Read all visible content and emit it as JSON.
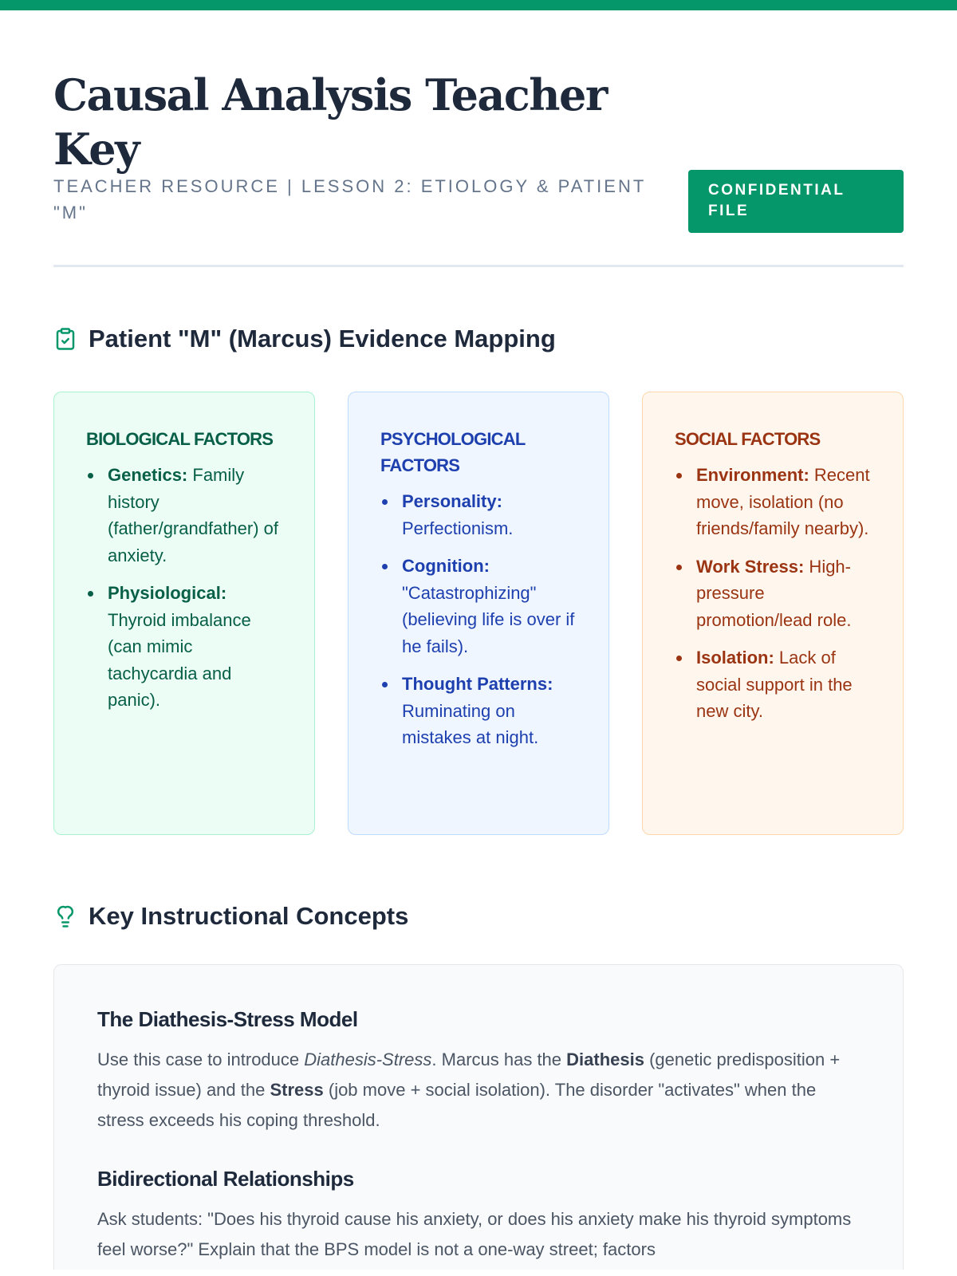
{
  "header": {
    "title": "Causal Analysis Teacher Key",
    "subtitle": "Teacher Resource | Lesson 2: Etiology & Patient \"M\"",
    "badge": "CONFIDENTIAL FILE"
  },
  "evidence": {
    "heading": "Patient \"M\" (Marcus) Evidence Mapping",
    "cards": [
      {
        "title": "Biological Factors",
        "items": [
          {
            "label": "Genetics:",
            "text": " Family history (father/grandfather) of anxiety."
          },
          {
            "label": "Physiological:",
            "text": " Thyroid imbalance (can mimic tachycardia and panic)."
          }
        ]
      },
      {
        "title": "Psychological Factors",
        "items": [
          {
            "label": "Personality:",
            "text": " Perfectionism."
          },
          {
            "label": "Cognition:",
            "text": " \"Catastrophizing\" (believing life is over if he fails)."
          },
          {
            "label": "Thought Patterns:",
            "text": " Ruminating on mistakes at night."
          }
        ]
      },
      {
        "title": "Social Factors",
        "items": [
          {
            "label": "Environment:",
            "text": " Recent move, isolation (no friends/family nearby)."
          },
          {
            "label": "Work Stress:",
            "text": " High-pressure promotion/lead role."
          },
          {
            "label": "Isolation:",
            "text": " Lack of social support in the new city."
          }
        ]
      }
    ]
  },
  "concepts": {
    "heading": "Key Instructional Concepts",
    "c1": {
      "title": "The Diathesis-Stress Model",
      "p1": "Use this case to introduce ",
      "em": "Diathesis-Stress",
      "p2": ". Marcus has the ",
      "b1": "Diathesis",
      "p3": " (genetic predisposition + thyroid issue) and the ",
      "b2": "Stress",
      "p4": " (job move + social isolation). The disorder \"activates\" when the stress exceeds his coping threshold."
    },
    "c2": {
      "title": "Bidirectional Relationships",
      "p": "Ask students: \"Does his thyroid cause his anxiety, or does his anxiety make his thyroid symptoms feel worse?\" Explain that the BPS model is not a one-way street; factors"
    }
  },
  "colors": {
    "accent": "#059669",
    "bio": "#065f46",
    "psych": "#1e40af",
    "social": "#9a3412"
  }
}
